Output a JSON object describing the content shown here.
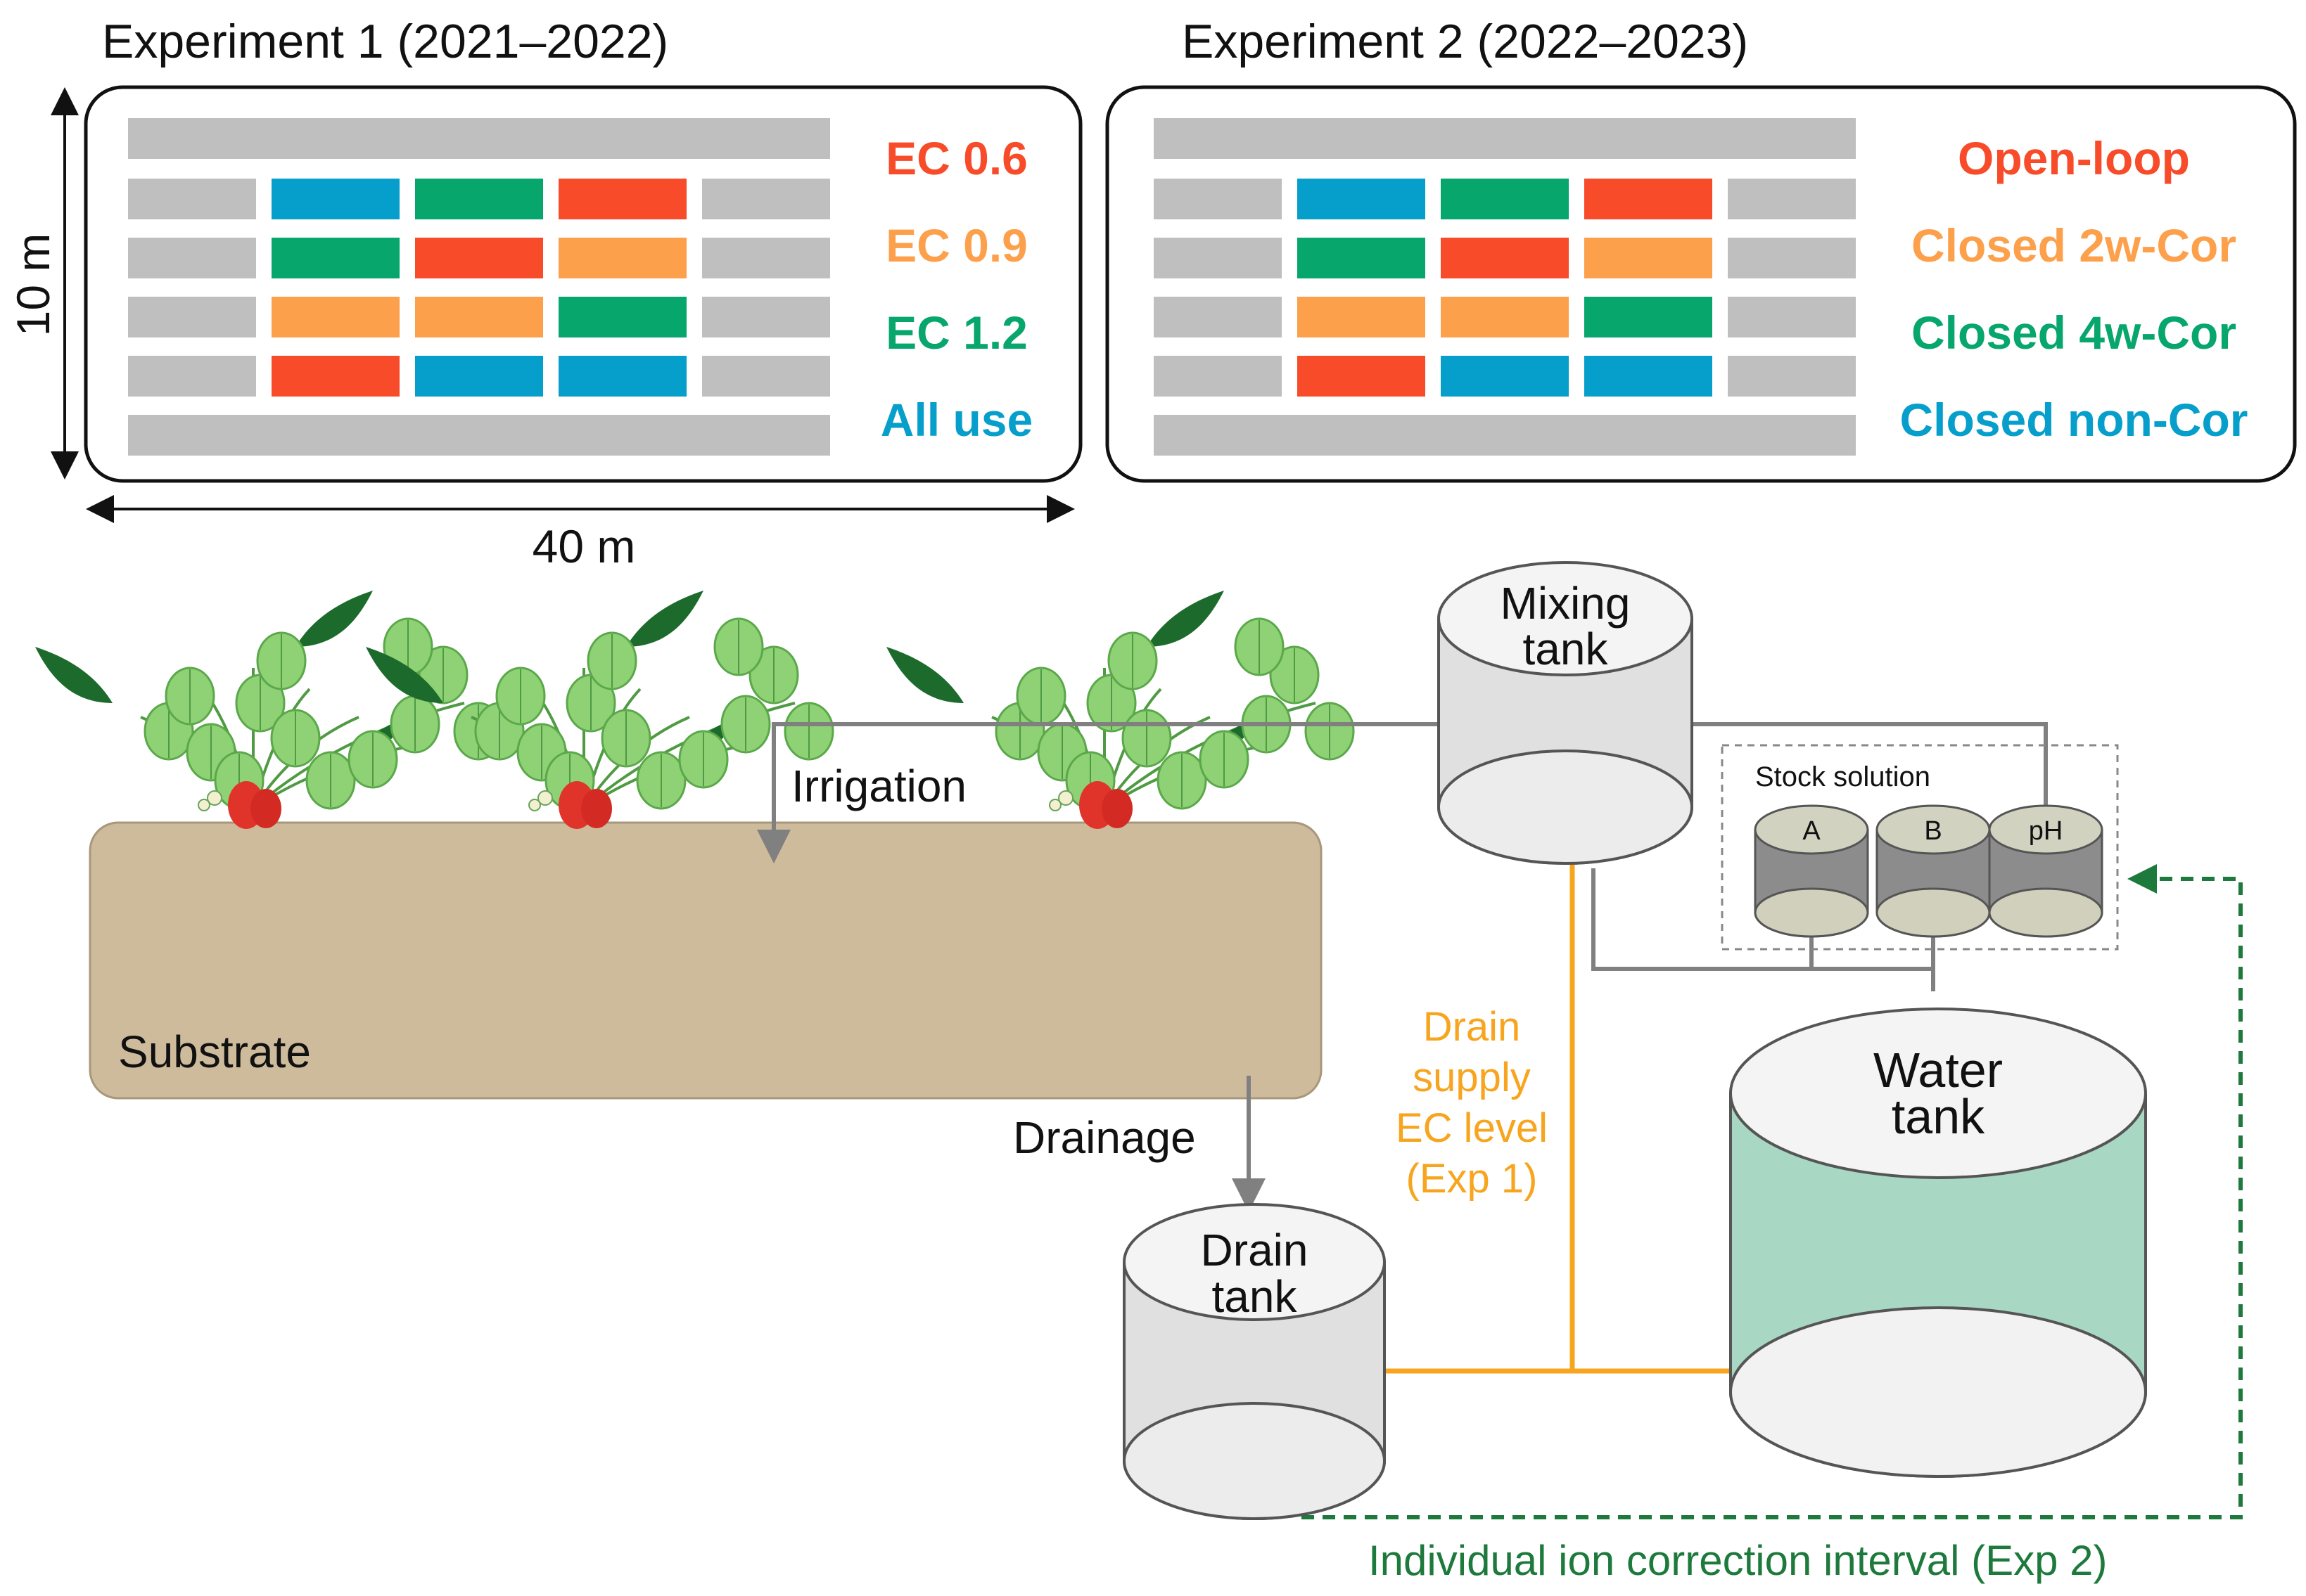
{
  "colors": {
    "red": "#f74b2a",
    "orange": "#fda04c",
    "green": "#06a66c",
    "blue": "#069fcb",
    "gray_bar": "#bfbfbf",
    "substrate": "#cdbb9c",
    "water": "#a8d8c4",
    "pipe_orange": "#f7a51e",
    "pipe_gray": "#808080",
    "correction_green": "#1e7a3c"
  },
  "experiment1": {
    "title": "Experiment 1 (2021–2022)",
    "legend": [
      {
        "label": "EC 0.6",
        "color": "red"
      },
      {
        "label": "EC 0.9",
        "color": "orange"
      },
      {
        "label": "EC 1.2",
        "color": "green"
      },
      {
        "label": "All use",
        "color": "blue"
      }
    ],
    "layout_rows": [
      [
        "blue",
        "green",
        "red"
      ],
      [
        "green",
        "red",
        "orange"
      ],
      [
        "orange",
        "orange",
        "green"
      ],
      [
        "red",
        "blue",
        "blue"
      ]
    ],
    "width_label": "40 m",
    "height_label": "10 m"
  },
  "experiment2": {
    "title": "Experiment 2 (2022–2023)",
    "legend": [
      {
        "label": "Open-loop",
        "color": "red"
      },
      {
        "label": "Closed 2w-Cor",
        "color": "orange"
      },
      {
        "label": "Closed 4w-Cor",
        "color": "green"
      },
      {
        "label": "Closed non-Cor",
        "color": "blue"
      }
    ],
    "layout_rows": [
      [
        "blue",
        "green",
        "red"
      ],
      [
        "green",
        "red",
        "orange"
      ],
      [
        "orange",
        "orange",
        "green"
      ],
      [
        "red",
        "blue",
        "blue"
      ]
    ]
  },
  "system": {
    "substrate": "Substrate",
    "irrigation": "Irrigation",
    "drainage": "Drainage",
    "mixing_tank": [
      "Mixing",
      "tank"
    ],
    "drain_tank": [
      "Drain",
      "tank"
    ],
    "water_tank": [
      "Water",
      "tank"
    ],
    "stock_solution": "Stock solution",
    "stock_tanks": [
      "A",
      "B",
      "pH"
    ],
    "drain_supply": [
      "Drain",
      "supply",
      "EC level",
      "(Exp 1)"
    ],
    "correction_interval": "Individual ion correction interval (Exp 2)"
  }
}
